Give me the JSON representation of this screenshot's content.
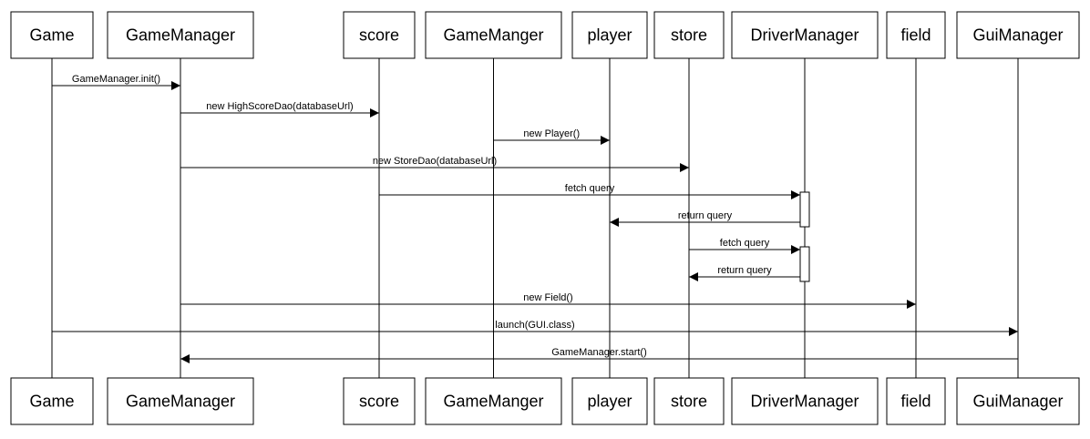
{
  "participants": [
    {
      "id": "game",
      "label": "Game"
    },
    {
      "id": "gamemanager",
      "label": "GameManager"
    },
    {
      "id": "score",
      "label": "score"
    },
    {
      "id": "gamemanger",
      "label": "GameManger"
    },
    {
      "id": "player",
      "label": "player"
    },
    {
      "id": "store",
      "label": "store"
    },
    {
      "id": "drivermanager",
      "label": "DriverManager"
    },
    {
      "id": "field",
      "label": "field"
    },
    {
      "id": "guimanager",
      "label": "GuiManager"
    }
  ],
  "messages": [
    {
      "from": "game",
      "to": "gamemanager",
      "label": "GameManager.init()"
    },
    {
      "from": "gamemanager",
      "to": "score",
      "label": "new HighScoreDao(databaseUrl)"
    },
    {
      "from": "gamemanger",
      "to": "player",
      "label": "new Player()"
    },
    {
      "from": "gamemanager",
      "to": "store",
      "label": "new StoreDao(databaseUrl)"
    },
    {
      "from": "score",
      "to": "drivermanager",
      "label": "fetch query"
    },
    {
      "from": "drivermanager",
      "to": "player",
      "label": "return query"
    },
    {
      "from": "store",
      "to": "drivermanager",
      "label": "fetch query"
    },
    {
      "from": "drivermanager",
      "to": "store",
      "label": "return query"
    },
    {
      "from": "gamemanager",
      "to": "field",
      "label": "new Field()"
    },
    {
      "from": "game",
      "to": "guimanager",
      "label": "launch(GUI.class)"
    },
    {
      "from": "guimanager",
      "to": "gamemanager",
      "label": "GameManager.start()"
    }
  ],
  "activations": [
    {
      "participant": "drivermanager",
      "from_message": 4,
      "to_message": 5
    },
    {
      "participant": "drivermanager",
      "from_message": 6,
      "to_message": 7
    }
  ]
}
